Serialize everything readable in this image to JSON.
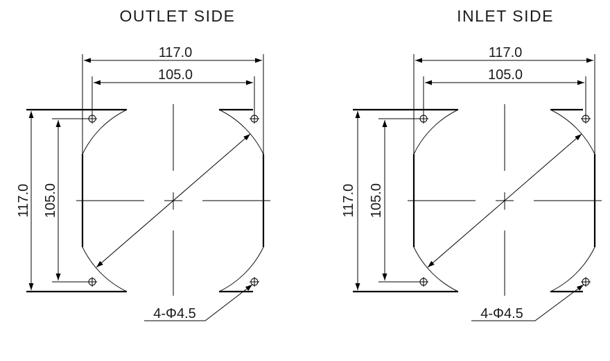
{
  "views": [
    {
      "title": "OUTLET SIDE",
      "overall_width": "117.0",
      "hole_spacing_width": "105.0",
      "overall_height": "117.0",
      "hole_spacing_height": "105.0",
      "hole_callout": "4-Φ4.5"
    },
    {
      "title": "INLET SIDE",
      "overall_width": "117.0",
      "hole_spacing_width": "105.0",
      "overall_height": "117.0",
      "hole_spacing_height": "105.0",
      "hole_callout": "4-Φ4.5"
    }
  ]
}
